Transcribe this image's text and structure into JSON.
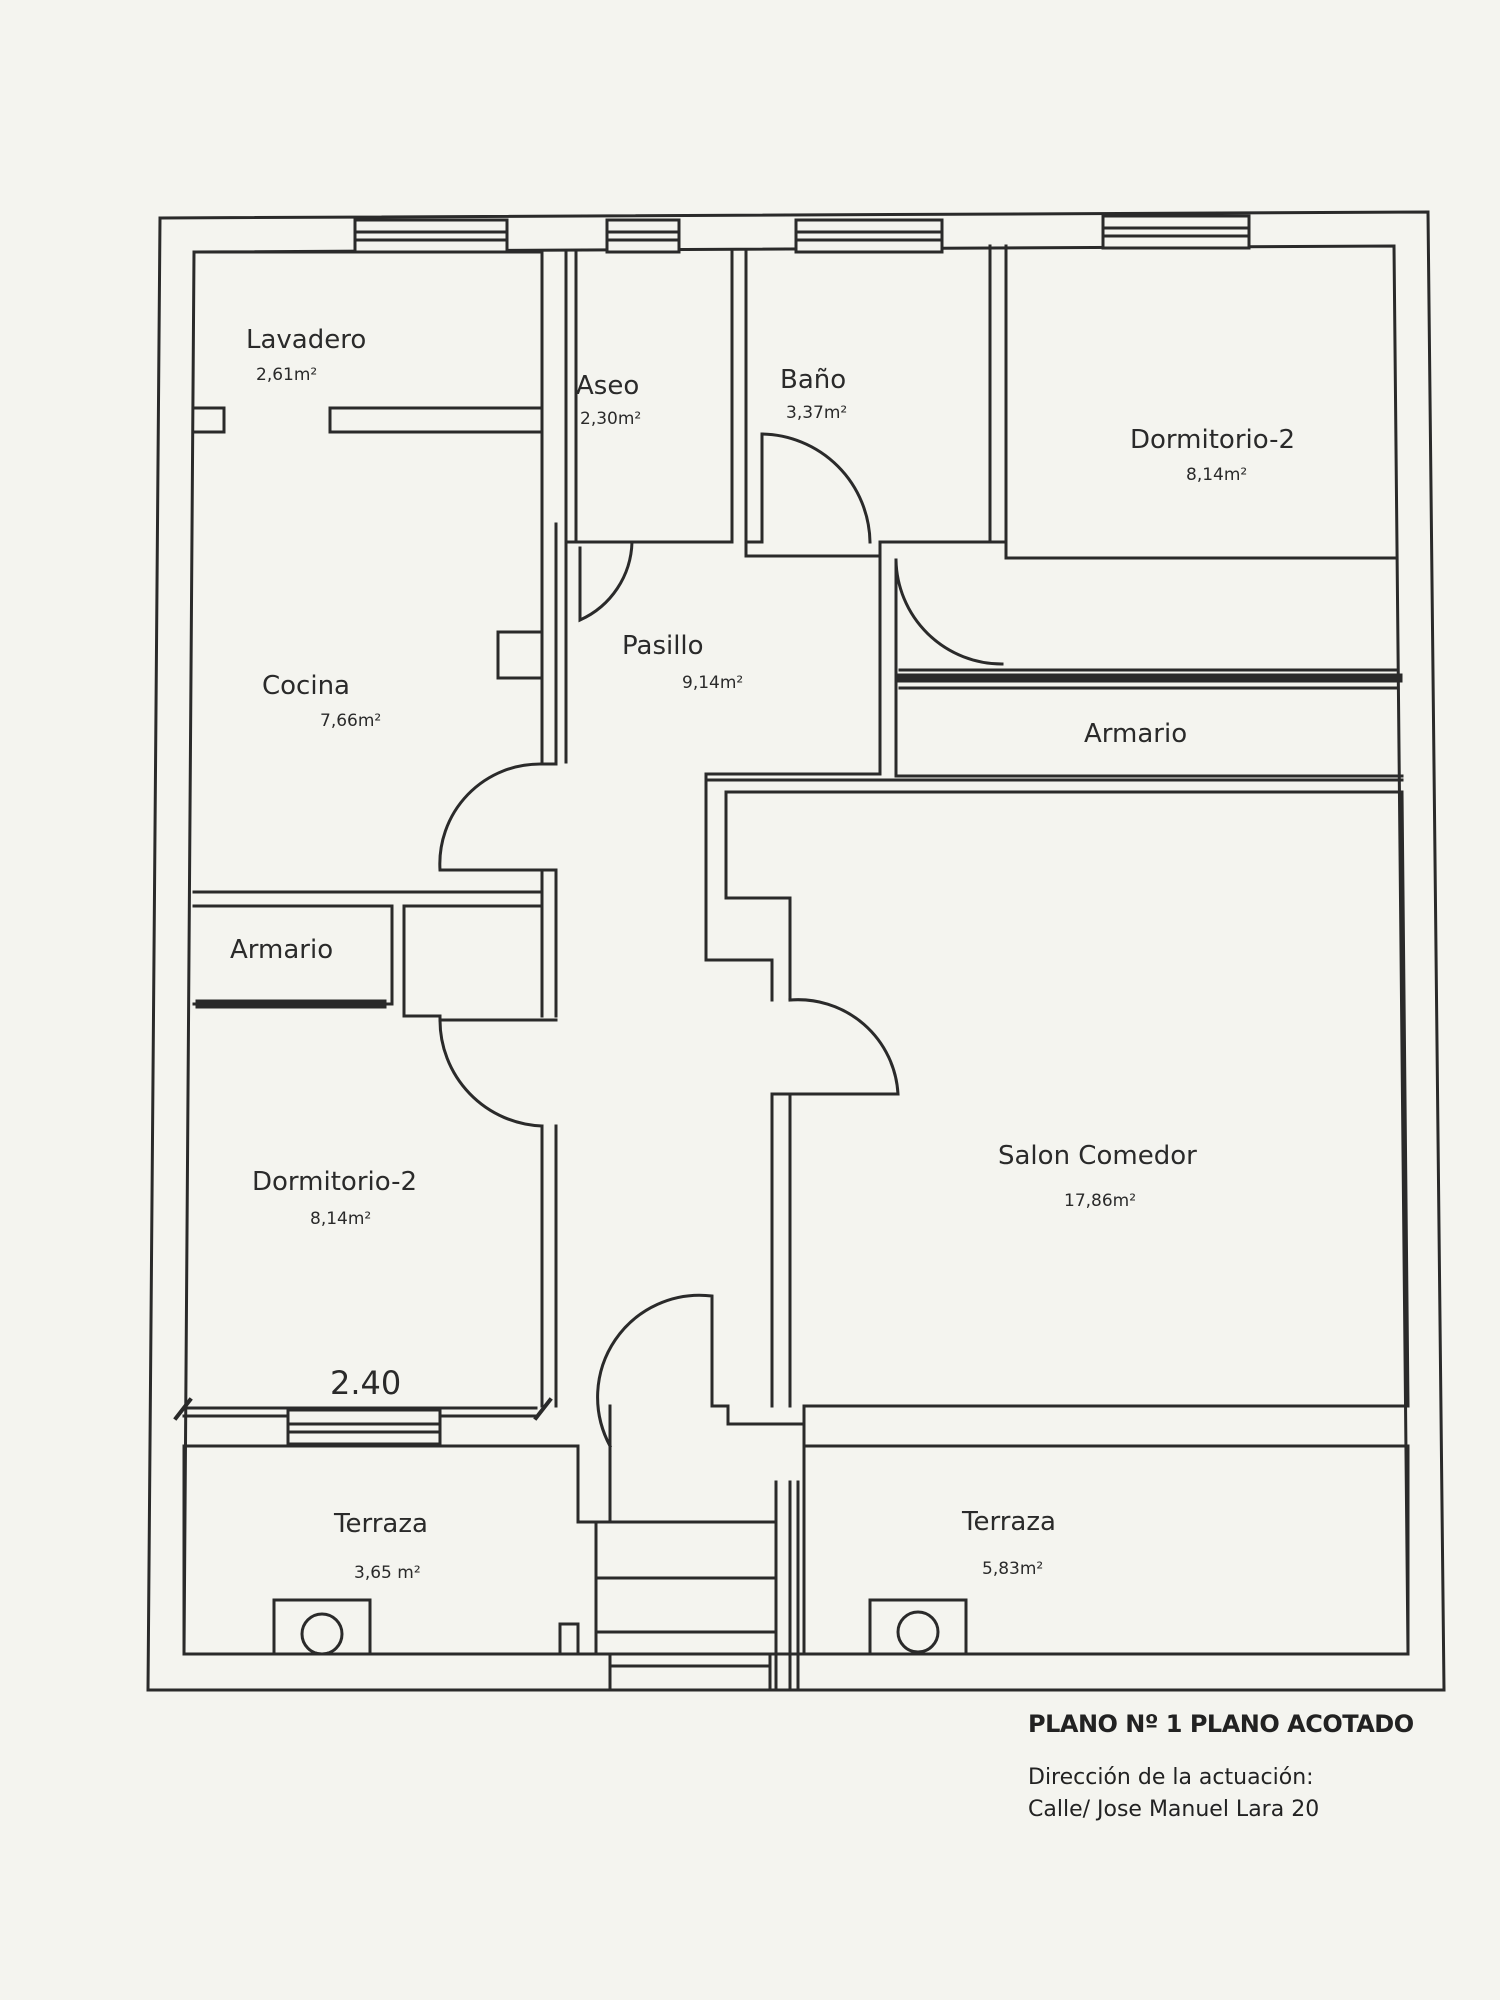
{
  "colors": {
    "paper": "#f4f4ef",
    "ink": "#2a2a2a"
  },
  "rooms": {
    "lavadero": {
      "name": "Lavadero",
      "area": "2,61m²"
    },
    "aseo": {
      "name": "Aseo",
      "area": "2,30m²"
    },
    "bano": {
      "name": "Baño",
      "area": "3,37m²"
    },
    "dormitorio_ne": {
      "name": "Dormitorio-2",
      "area": "8,14m²"
    },
    "cocina": {
      "name": "Cocina",
      "area": "7,66m²"
    },
    "pasillo": {
      "name": "Pasillo",
      "area": "9,14m²"
    },
    "armario_ne": {
      "name": "Armario"
    },
    "armario_w": {
      "name": "Armario"
    },
    "dormitorio_sw": {
      "name": "Dormitorio-2",
      "area": "8,14m²"
    },
    "salon": {
      "name": "Salon Comedor",
      "area": "17,86m²"
    },
    "terraza_w": {
      "name": "Terraza",
      "area": "3,65 m²"
    },
    "terraza_e": {
      "name": "Terraza",
      "area": "5,83m²"
    }
  },
  "dimension": "2.40",
  "title_block": {
    "title": "PLANO Nº 1 PLANO ACOTADO",
    "line1": "Dirección de la actuación:",
    "line2": "Calle/ Jose Manuel Lara 20"
  }
}
